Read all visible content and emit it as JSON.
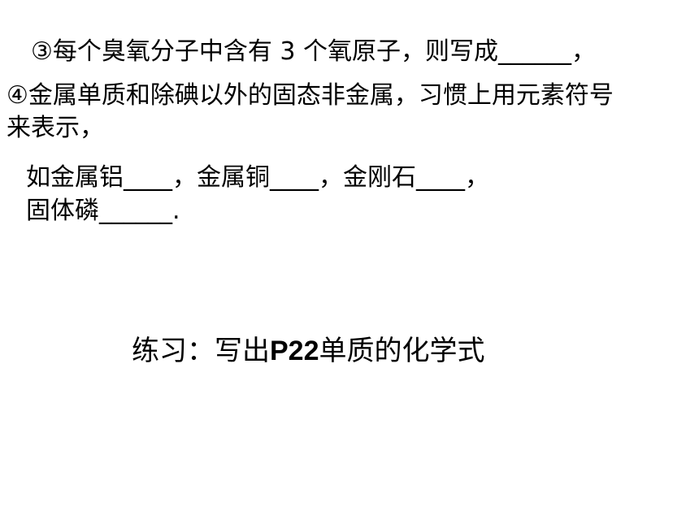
{
  "lines": {
    "line1": "③每个臭氧分子中含有 3 个氧原子，则写成______，",
    "line2": "④金属单质和除碘以外的固态非金属，习惯上用元素符号",
    "line3": "来表示，",
    "line4": "如金属铝____，金属铜____，金刚石____，",
    "line5": "固体磷______."
  },
  "exercise": {
    "prefix": "练习：写出",
    "code": "P22",
    "suffix": "单质的化学式"
  }
}
